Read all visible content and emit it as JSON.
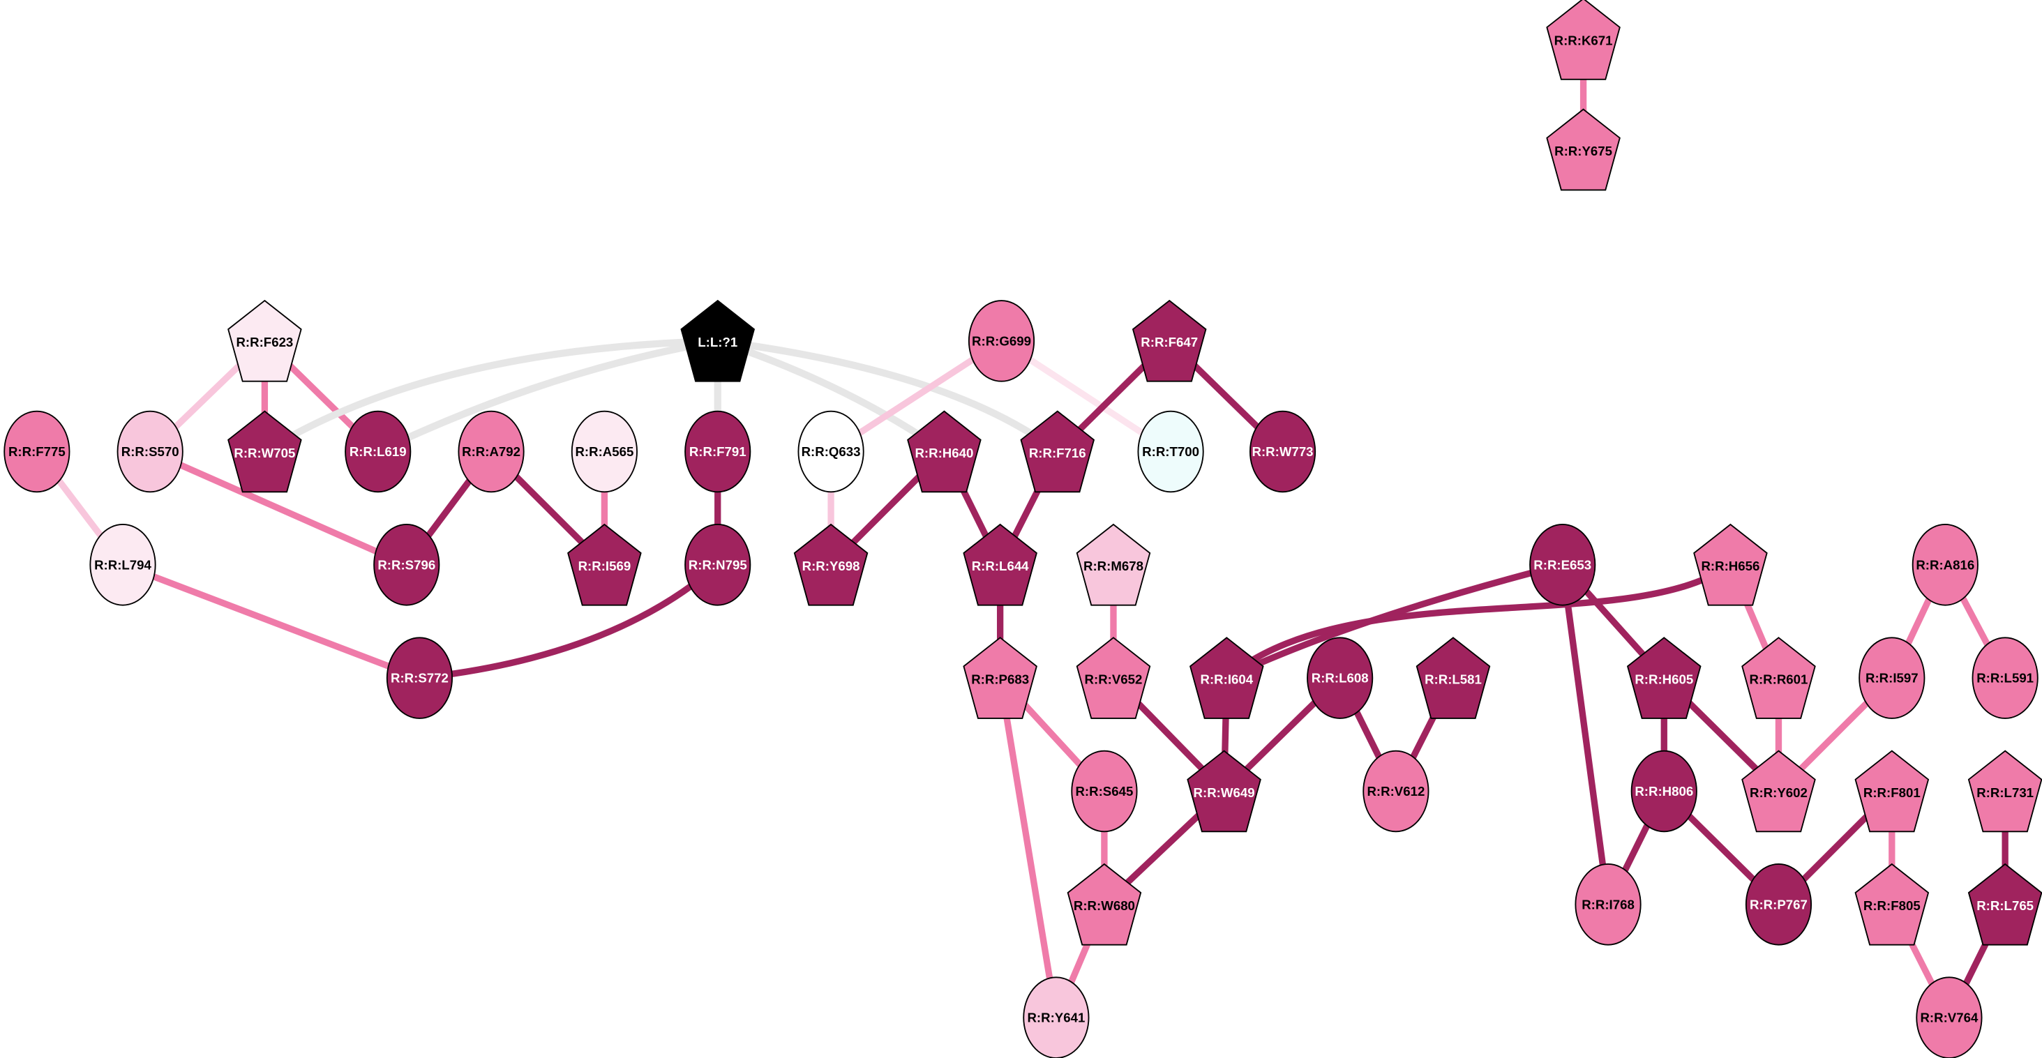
{
  "colors": {
    "dark": "#A0235E",
    "mid": "#EF7BA9",
    "light": "#F8C6DC",
    "vlight": "#FCEAF2",
    "white": "#FFFFFF",
    "cyan": "#EEFCFC",
    "black": "#000000",
    "ligand_edge": "#E6E6E6",
    "vlight_edge": "#FCE4EE"
  },
  "nodes": [
    {
      "id": "K671",
      "label": "R:R:K671",
      "shape": "pentagon",
      "fill": "mid"
    },
    {
      "id": "Y675",
      "label": "R:R:Y675",
      "shape": "pentagon",
      "fill": "mid"
    },
    {
      "id": "F623",
      "label": "R:R:F623",
      "shape": "pentagon",
      "fill": "vlight"
    },
    {
      "id": "L1",
      "label": "L:L:?1",
      "shape": "pentagon",
      "fill": "black"
    },
    {
      "id": "G699",
      "label": "R:R:G699",
      "shape": "circle",
      "fill": "mid"
    },
    {
      "id": "F647",
      "label": "R:R:F647",
      "shape": "pentagon",
      "fill": "dark"
    },
    {
      "id": "F775",
      "label": "R:R:F775",
      "shape": "circle",
      "fill": "mid"
    },
    {
      "id": "S570",
      "label": "R:R:S570",
      "shape": "circle",
      "fill": "light"
    },
    {
      "id": "W705",
      "label": "R:R:W705",
      "shape": "pentagon",
      "fill": "dark"
    },
    {
      "id": "L619",
      "label": "R:R:L619",
      "shape": "circle",
      "fill": "dark"
    },
    {
      "id": "A792",
      "label": "R:R:A792",
      "shape": "circle",
      "fill": "mid"
    },
    {
      "id": "A565",
      "label": "R:R:A565",
      "shape": "circle",
      "fill": "vlight"
    },
    {
      "id": "F791",
      "label": "R:R:F791",
      "shape": "circle",
      "fill": "dark"
    },
    {
      "id": "Q633",
      "label": "R:R:Q633",
      "shape": "circle",
      "fill": "white"
    },
    {
      "id": "H640",
      "label": "R:R:H640",
      "shape": "pentagon",
      "fill": "dark"
    },
    {
      "id": "F716",
      "label": "R:R:F716",
      "shape": "pentagon",
      "fill": "dark"
    },
    {
      "id": "T700",
      "label": "R:R:T700",
      "shape": "circle",
      "fill": "cyan"
    },
    {
      "id": "W773",
      "label": "R:R:W773",
      "shape": "circle",
      "fill": "dark"
    },
    {
      "id": "L794",
      "label": "R:R:L794",
      "shape": "circle",
      "fill": "vlight"
    },
    {
      "id": "S796",
      "label": "R:R:S796",
      "shape": "circle",
      "fill": "dark"
    },
    {
      "id": "I569",
      "label": "R:R:I569",
      "shape": "pentagon",
      "fill": "dark"
    },
    {
      "id": "N795",
      "label": "R:R:N795",
      "shape": "circle",
      "fill": "dark"
    },
    {
      "id": "Y698",
      "label": "R:R:Y698",
      "shape": "pentagon",
      "fill": "dark"
    },
    {
      "id": "L644",
      "label": "R:R:L644",
      "shape": "pentagon",
      "fill": "dark"
    },
    {
      "id": "M678",
      "label": "R:R:M678",
      "shape": "pentagon",
      "fill": "light"
    },
    {
      "id": "E653",
      "label": "R:R:E653",
      "shape": "circle",
      "fill": "dark"
    },
    {
      "id": "H656",
      "label": "R:R:H656",
      "shape": "pentagon",
      "fill": "mid"
    },
    {
      "id": "A816",
      "label": "R:R:A816",
      "shape": "circle",
      "fill": "mid"
    },
    {
      "id": "S772",
      "label": "R:R:S772",
      "shape": "circle",
      "fill": "dark"
    },
    {
      "id": "P683",
      "label": "R:R:P683",
      "shape": "pentagon",
      "fill": "mid"
    },
    {
      "id": "V652",
      "label": "R:R:V652",
      "shape": "pentagon",
      "fill": "mid"
    },
    {
      "id": "I604",
      "label": "R:R:I604",
      "shape": "pentagon",
      "fill": "dark"
    },
    {
      "id": "L608",
      "label": "R:R:L608",
      "shape": "circle",
      "fill": "dark"
    },
    {
      "id": "L581",
      "label": "R:R:L581",
      "shape": "pentagon",
      "fill": "dark"
    },
    {
      "id": "H605",
      "label": "R:R:H605",
      "shape": "pentagon",
      "fill": "dark"
    },
    {
      "id": "R601",
      "label": "R:R:R601",
      "shape": "pentagon",
      "fill": "mid"
    },
    {
      "id": "I597",
      "label": "R:R:I597",
      "shape": "circle",
      "fill": "mid"
    },
    {
      "id": "L591",
      "label": "R:R:L591",
      "shape": "circle",
      "fill": "mid"
    },
    {
      "id": "S645",
      "label": "R:R:S645",
      "shape": "circle",
      "fill": "mid"
    },
    {
      "id": "W649",
      "label": "R:R:W649",
      "shape": "pentagon",
      "fill": "dark"
    },
    {
      "id": "V612",
      "label": "R:R:V612",
      "shape": "circle",
      "fill": "mid"
    },
    {
      "id": "H806",
      "label": "R:R:H806",
      "shape": "circle",
      "fill": "dark"
    },
    {
      "id": "Y602",
      "label": "R:R:Y602",
      "shape": "pentagon",
      "fill": "mid"
    },
    {
      "id": "F801",
      "label": "R:R:F801",
      "shape": "pentagon",
      "fill": "mid"
    },
    {
      "id": "L731",
      "label": "R:R:L731",
      "shape": "pentagon",
      "fill": "mid"
    },
    {
      "id": "W680",
      "label": "R:R:W680",
      "shape": "pentagon",
      "fill": "mid"
    },
    {
      "id": "I768",
      "label": "R:R:I768",
      "shape": "circle",
      "fill": "mid"
    },
    {
      "id": "P767",
      "label": "R:R:P767",
      "shape": "circle",
      "fill": "dark"
    },
    {
      "id": "F805",
      "label": "R:R:F805",
      "shape": "pentagon",
      "fill": "mid"
    },
    {
      "id": "L765",
      "label": "R:R:L765",
      "shape": "pentagon",
      "fill": "dark"
    },
    {
      "id": "Y641",
      "label": "R:R:Y641",
      "shape": "circle",
      "fill": "light"
    },
    {
      "id": "V764",
      "label": "R:R:V764",
      "shape": "circle",
      "fill": "mid"
    }
  ],
  "edges": [
    [
      "K671",
      "Y675",
      "mid"
    ],
    [
      "F623",
      "S570",
      "light"
    ],
    [
      "F623",
      "W705",
      "mid"
    ],
    [
      "F623",
      "L619",
      "mid"
    ],
    [
      "L1",
      "W705",
      "ligand_edge"
    ],
    [
      "L1",
      "L619",
      "ligand_edge"
    ],
    [
      "L1",
      "F791",
      "ligand_edge"
    ],
    [
      "L1",
      "H640",
      "ligand_edge"
    ],
    [
      "L1",
      "F716",
      "ligand_edge"
    ],
    [
      "G699",
      "Q633",
      "light"
    ],
    [
      "G699",
      "T700",
      "vlight_edge"
    ],
    [
      "F647",
      "F716",
      "dark"
    ],
    [
      "F647",
      "W773",
      "dark"
    ],
    [
      "F775",
      "L794",
      "light"
    ],
    [
      "S570",
      "S796",
      "mid"
    ],
    [
      "A792",
      "S796",
      "dark"
    ],
    [
      "A792",
      "I569",
      "dark"
    ],
    [
      "A565",
      "I569",
      "mid"
    ],
    [
      "F791",
      "N795",
      "dark"
    ],
    [
      "Q633",
      "Y698",
      "light"
    ],
    [
      "H640",
      "Y698",
      "dark"
    ],
    [
      "H640",
      "L644",
      "dark"
    ],
    [
      "F716",
      "L644",
      "dark"
    ],
    [
      "L794",
      "S772",
      "mid"
    ],
    [
      "N795",
      "S772",
      "dark"
    ],
    [
      "L644",
      "P683",
      "dark"
    ],
    [
      "M678",
      "V652",
      "mid"
    ],
    [
      "E653",
      "I604",
      "dark"
    ],
    [
      "H656",
      "I604",
      "dark"
    ],
    [
      "E653",
      "H605",
      "dark"
    ],
    [
      "E653",
      "I768",
      "dark"
    ],
    [
      "H656",
      "R601",
      "mid"
    ],
    [
      "A816",
      "I597",
      "mid"
    ],
    [
      "A816",
      "L591",
      "mid"
    ],
    [
      "P683",
      "S645",
      "mid"
    ],
    [
      "P683",
      "Y641",
      "mid"
    ],
    [
      "V652",
      "W649",
      "dark"
    ],
    [
      "I604",
      "W649",
      "dark"
    ],
    [
      "L608",
      "W649",
      "dark"
    ],
    [
      "L608",
      "V612",
      "dark"
    ],
    [
      "L581",
      "V612",
      "dark"
    ],
    [
      "H605",
      "H806",
      "dark"
    ],
    [
      "H605",
      "Y602",
      "dark"
    ],
    [
      "R601",
      "Y602",
      "mid"
    ],
    [
      "I597",
      "Y602",
      "mid"
    ],
    [
      "S645",
      "W680",
      "mid"
    ],
    [
      "W649",
      "W680",
      "dark"
    ],
    [
      "H806",
      "I768",
      "dark"
    ],
    [
      "H806",
      "P767",
      "dark"
    ],
    [
      "F801",
      "P767",
      "dark"
    ],
    [
      "F801",
      "F805",
      "mid"
    ],
    [
      "L731",
      "L765",
      "dark"
    ],
    [
      "W680",
      "Y641",
      "mid"
    ],
    [
      "F805",
      "V764",
      "mid"
    ],
    [
      "L765",
      "V764",
      "dark"
    ]
  ]
}
